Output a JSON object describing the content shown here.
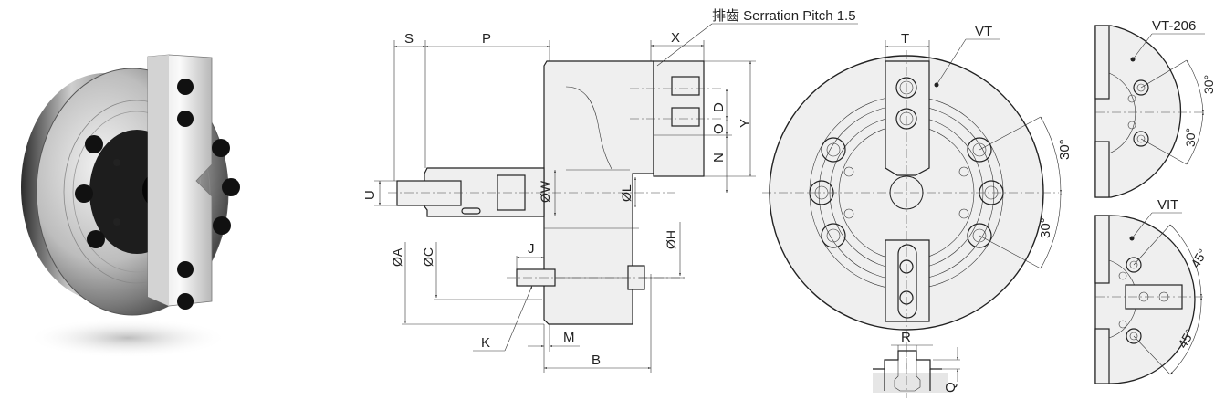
{
  "photo": {
    "alt": "Two-jaw hollow power chuck product photo"
  },
  "side_view": {
    "dimension_labels": {
      "S": "S",
      "P": "P",
      "X": "X",
      "Y": "Y",
      "D": "D",
      "O": "O",
      "N": "N",
      "U": "U",
      "W": "ØW",
      "L": "ØL",
      "H": "ØH",
      "A": "ØA",
      "C": "ØC",
      "J": "J",
      "K": "K",
      "M": "M",
      "B": "B"
    },
    "serration_note": "排齒 Serration Pitch 1.5"
  },
  "front_view": {
    "model_label": "VT",
    "dimension_labels": {
      "T": "T",
      "R": "R",
      "Q": "Q"
    },
    "angles": [
      "30°",
      "30°"
    ]
  },
  "variant_vt206": {
    "model_label": "VT-206",
    "angles": [
      "30°",
      "30°"
    ]
  },
  "variant_vit": {
    "model_label": "VIT",
    "angles": [
      "45°",
      "45°"
    ]
  }
}
